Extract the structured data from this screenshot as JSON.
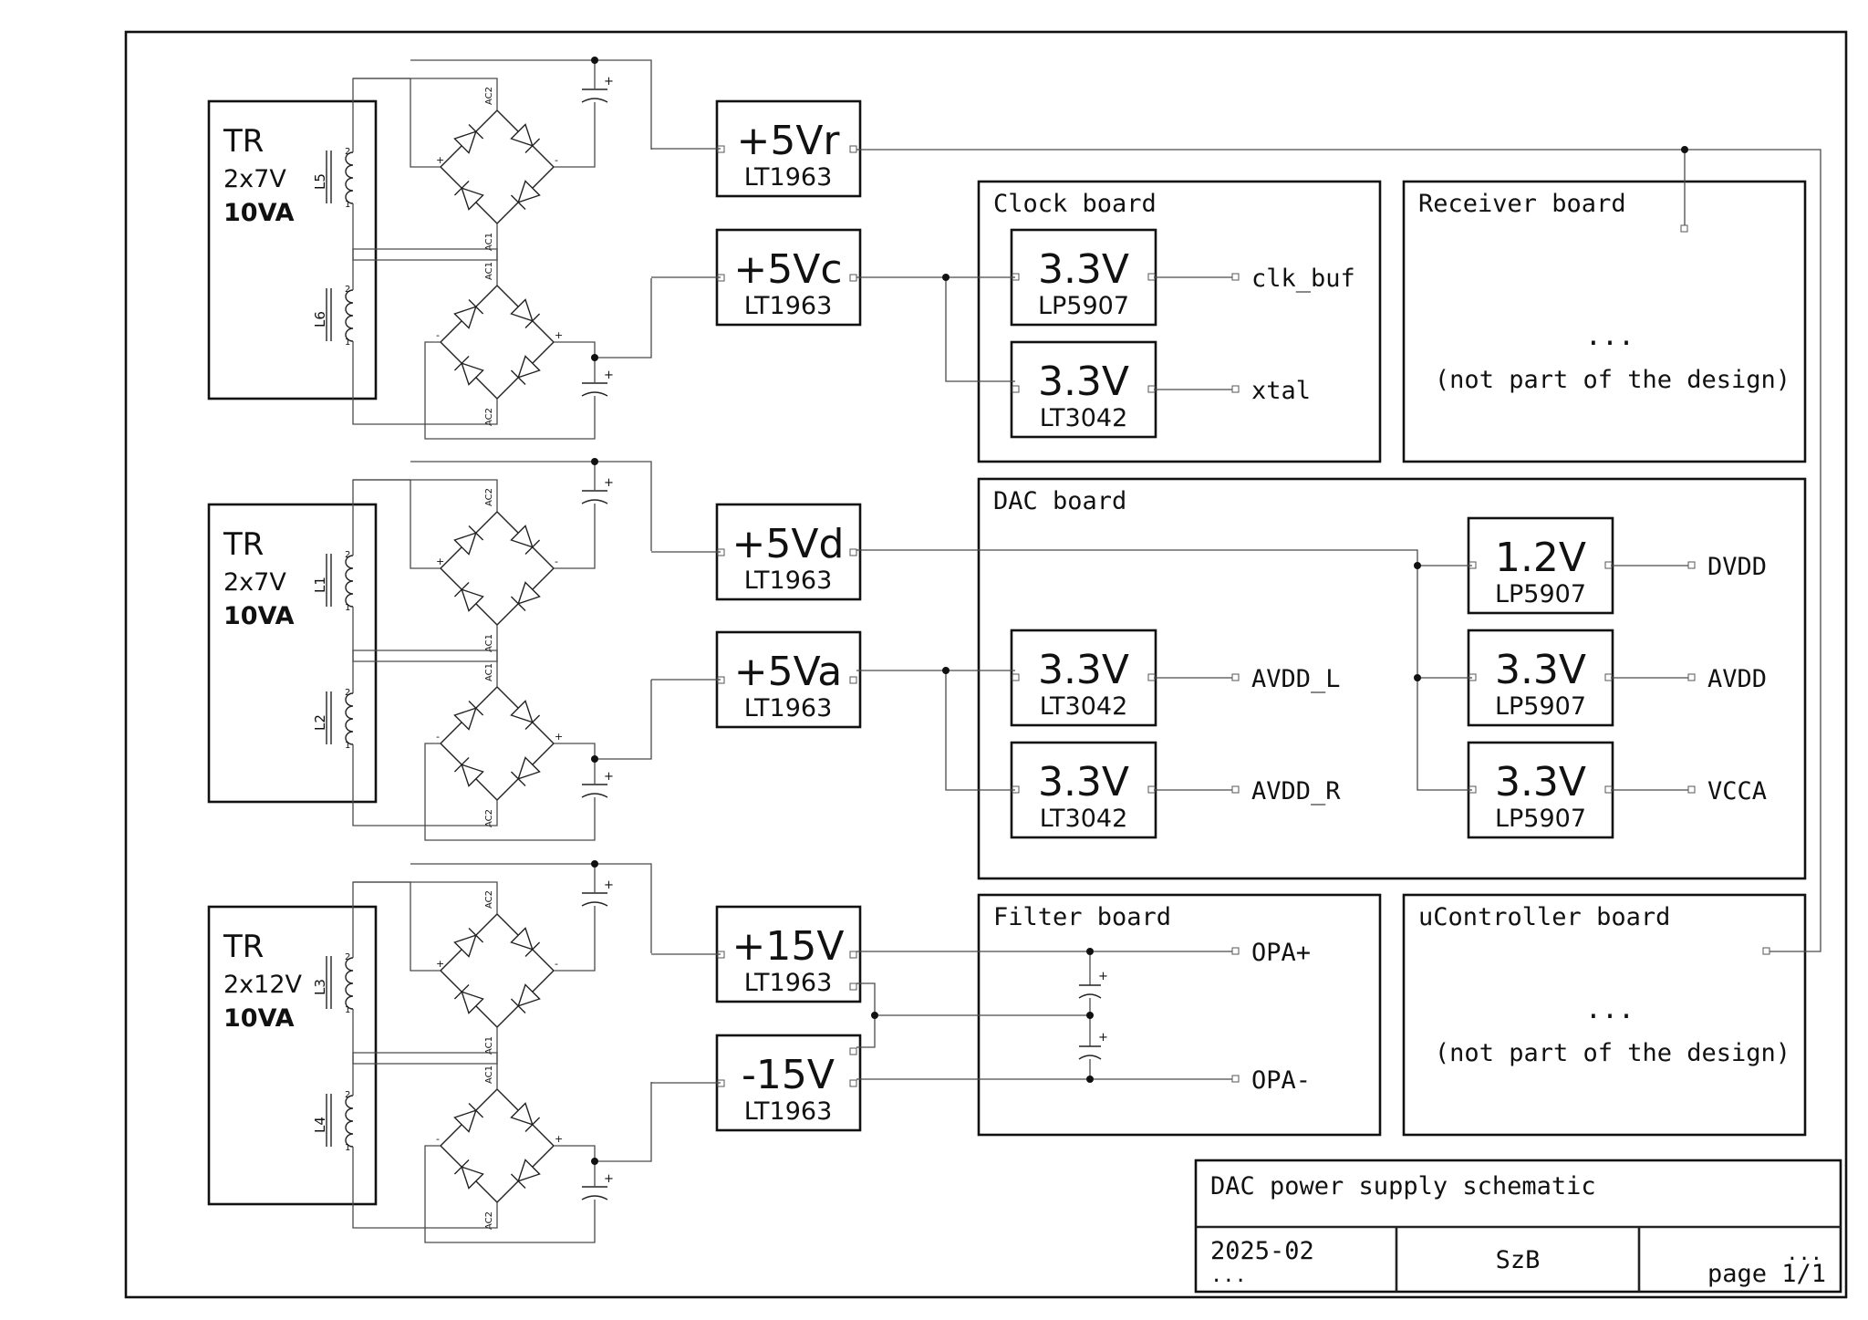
{
  "transformers": [
    {
      "title": "TR",
      "voltage": "2x7V",
      "power": "10VA",
      "coil_top": "L5",
      "coil_bottom": "L6"
    },
    {
      "title": "TR",
      "voltage": "2x7V",
      "power": "10VA",
      "coil_top": "L1",
      "coil_bottom": "L2"
    },
    {
      "title": "TR",
      "voltage": "2x12V",
      "power": "10VA",
      "coil_top": "L3",
      "coil_bottom": "L4"
    }
  ],
  "coil_pins": {
    "top": "2",
    "bottom": "1"
  },
  "bridge_pins": {
    "ac1": "AC1",
    "ac2": "AC2",
    "plus": "+",
    "minus": "-"
  },
  "cap_polarity": "+",
  "regulators": [
    {
      "voltage": "+5Vr",
      "part": "LT1963"
    },
    {
      "voltage": "+5Vc",
      "part": "LT1963"
    },
    {
      "voltage": "+5Vd",
      "part": "LT1963"
    },
    {
      "voltage": "+5Va",
      "part": "LT1963"
    },
    {
      "voltage": "+15V",
      "part": "LT1963"
    },
    {
      "voltage": "-15V",
      "part": "LT1963"
    }
  ],
  "boards": {
    "clock": {
      "title": "Clock board",
      "regulators": [
        {
          "voltage": "3.3V",
          "part": "LP5907",
          "net": "clk_buf"
        },
        {
          "voltage": "3.3V",
          "part": "LT3042",
          "net": "xtal"
        }
      ]
    },
    "receiver": {
      "title": "Receiver board",
      "ellipsis": "...",
      "note": "(not part of the design)"
    },
    "dac": {
      "title": "DAC board",
      "regulators": [
        {
          "voltage": "3.3V",
          "part": "LT3042",
          "net": "AVDD_L"
        },
        {
          "voltage": "3.3V",
          "part": "LT3042",
          "net": "AVDD_R"
        },
        {
          "voltage": "1.2V",
          "part": "LP5907",
          "net": "DVDD"
        },
        {
          "voltage": "3.3V",
          "part": "LP5907",
          "net": "AVDD"
        },
        {
          "voltage": "3.3V",
          "part": "LP5907",
          "net": "VCCA"
        }
      ]
    },
    "filter": {
      "title": "Filter board",
      "net_pos": "OPA+",
      "net_neg": "OPA-"
    },
    "ucontroller": {
      "title": "uController board",
      "ellipsis": "...",
      "note": "(not part of the design)"
    }
  },
  "title_block": {
    "title": "DAC power supply schematic",
    "date": "2025-02",
    "date_extra": "...",
    "author": "SzB",
    "page_extra": "...",
    "page": "page 1/1"
  }
}
